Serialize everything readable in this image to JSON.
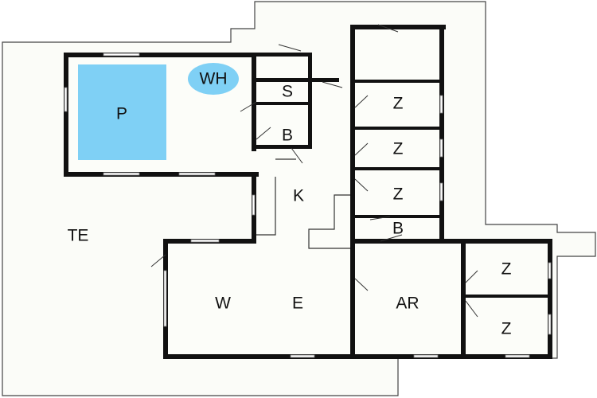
{
  "colors": {
    "background": "#ffffff",
    "terrace_fill": "#fbfcf8",
    "interior_fill": "#fcfdf9",
    "wall": "#111111",
    "pool": "#7fd0f5",
    "whirlpool": "#7fd0f5"
  },
  "rooms": {
    "pool": "P",
    "whirlpool": "WH",
    "sauna": "S",
    "bath_1": "B",
    "kitchen": "K",
    "terrace": "TE",
    "living": "W",
    "dining": "E",
    "bedroom_1": "Z",
    "bedroom_2": "Z",
    "bedroom_3": "Z",
    "bath_2": "B",
    "utility": "AR",
    "bedroom_4": "Z",
    "bedroom_5": "Z"
  }
}
